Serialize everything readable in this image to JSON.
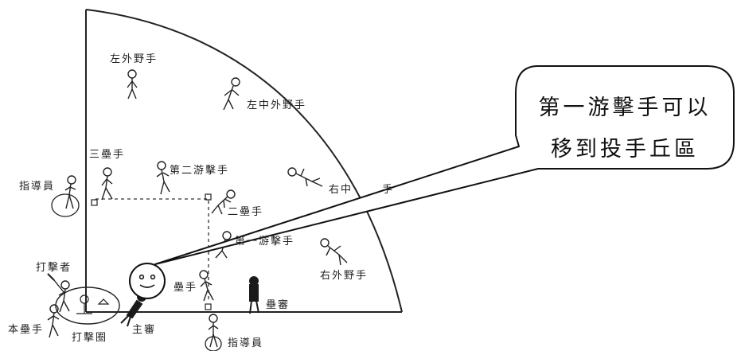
{
  "callout": {
    "line1": "第一游擊手可以",
    "line2": "移到投手丘區"
  },
  "positions": {
    "left_fielder": "左外野手",
    "left_center_fielder": "左中外野手",
    "right_center_fielder": "右中",
    "right_center_suffix": "手",
    "right_fielder": "右外野手",
    "third_baseman": "三壘手",
    "second_shortstop": "第二游擊手",
    "second_baseman": "二壘手",
    "first_shortstop": "第一游擊手",
    "first_baseman_partial": "壘手",
    "catcher": "本壘手",
    "batter": "打擊者",
    "batting_circle": "打擊圈",
    "plate_umpire": "主審",
    "base_umpire": "壘審",
    "coach_third": "指導員",
    "coach_first": "指導員"
  },
  "colors": {
    "line": "#222222",
    "umpire": "#1a1a1a"
  }
}
